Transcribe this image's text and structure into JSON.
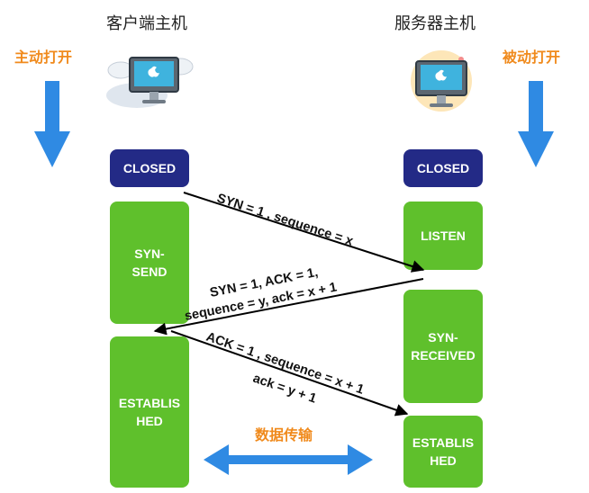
{
  "client": {
    "title": "客户端主机",
    "action": "主动打开",
    "states": {
      "closed": "CLOSED",
      "syn_send": "SYN-\nSEND",
      "established": "ESTABLIS\nHED"
    }
  },
  "server": {
    "title": "服务器主机",
    "action": "被动打开",
    "states": {
      "closed": "CLOSED",
      "listen": "LISTEN",
      "syn_received": "SYN-\nRECEIVED",
      "established": "ESTABLIS\nHED"
    }
  },
  "messages": {
    "syn": "SYN = 1 , sequence = x",
    "syn_ack_line1": "SYN = 1, ACK = 1,",
    "syn_ack_line2": "sequence = y, ack = x + 1",
    "ack_line1": "ACK = 1 , sequence = x + 1",
    "ack_line2": "ack = y + 1"
  },
  "data_transfer": "数据传输",
  "colors": {
    "closed": "#232a86",
    "state_green": "#5fc02c",
    "accent_orange": "#f08a1c",
    "arrow_blue": "#2f8ae3"
  }
}
